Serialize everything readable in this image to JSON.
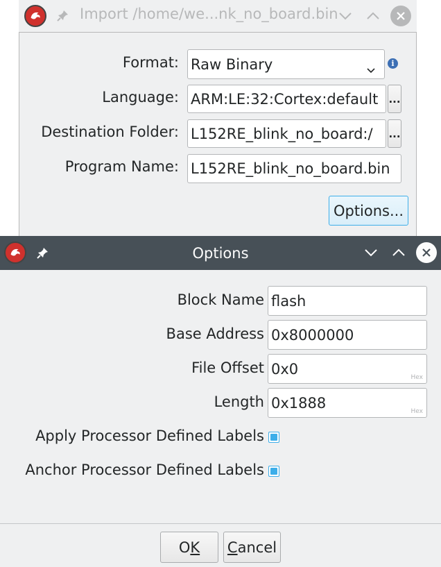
{
  "import_dialog": {
    "title": "Import /home/we...nk_no_board.bin",
    "fields": {
      "format_label": "Format:",
      "format_value": "Raw Binary",
      "language_label": "Language:",
      "language_value": "ARM:LE:32:Cortex:default",
      "dest_label": "Destination Folder:",
      "dest_value": "L152RE_blink_no_board:/",
      "program_label": "Program Name:",
      "program_value": "L152RE_blink_no_board.bin"
    },
    "browse_label": "...",
    "options_button": "Options..."
  },
  "options_dialog": {
    "title": "Options",
    "block_name_label": "Block Name",
    "block_name_value": "flash",
    "base_address_label": "Base Address",
    "base_address_value": "0x8000000",
    "file_offset_label": "File Offset",
    "file_offset_value": "0x0",
    "length_label": "Length",
    "length_value": "0x1888",
    "hex_hint": "Hex",
    "apply_labels_label": "Apply Processor Defined Labels",
    "apply_labels_checked": true,
    "anchor_labels_label": "Anchor Processor Defined Labels",
    "anchor_labels_checked": true,
    "ok_mnemonic": "K",
    "ok_prefix": "O",
    "cancel_mnemonic": "C",
    "cancel_suffix": "ancel"
  },
  "colors": {
    "accent": "#3daee9",
    "titlebar_active": "#475057",
    "window_bg": "#eff0f1"
  },
  "icons": {
    "app": "ghidra-dragon-icon",
    "pin": "pin-icon",
    "minimize": "chevron-down-icon",
    "maximize": "chevron-up-icon",
    "close": "close-icon",
    "info": "info-icon",
    "dropdown": "chevron-down-icon"
  }
}
